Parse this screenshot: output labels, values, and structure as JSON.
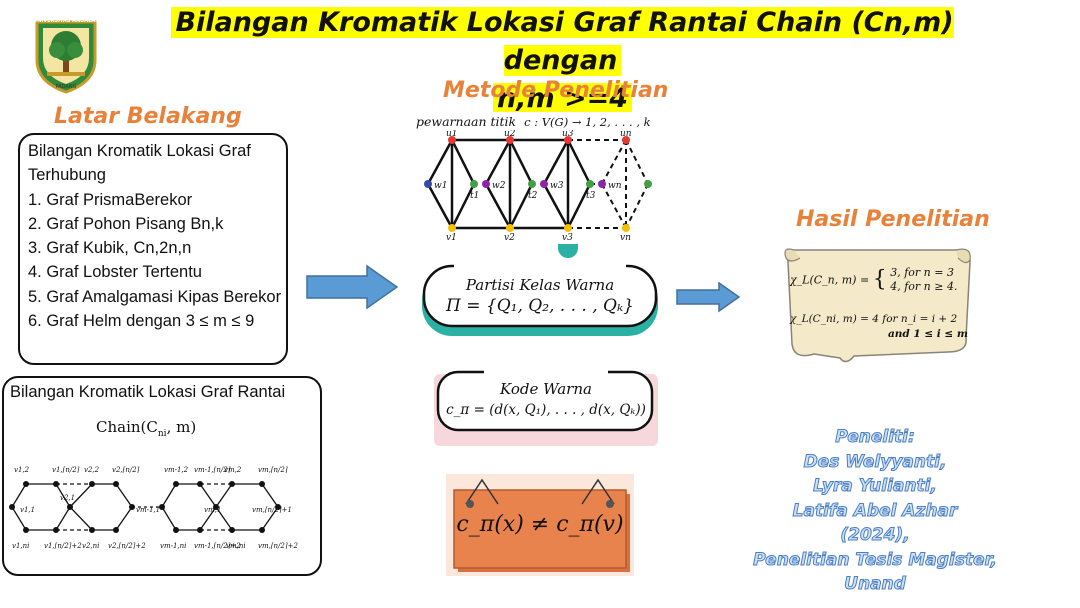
{
  "title": {
    "line1": "Bilangan Kromatik Lokasi Graf Rantai Chain (Cn,m) dengan",
    "line2": "n,m >=4"
  },
  "logo": {
    "top_text": "UNIVERSITAS ANDALAS",
    "bottom_text": "PADANG"
  },
  "latar": {
    "heading": "Latar Belakang",
    "box_title": "Bilangan Kromatik Lokasi Graf Terhubung",
    "items": [
      "1. Graf PrismaBerekor",
      "2. Graf Pohon Pisang Bn,k",
      "3. Graf Kubik, Cn,2n,n",
      "4. Graf Lobster Tertentu",
      "5. Graf Amalgamasi Kipas Berekor",
      "6. Graf Helm dengan 3 ≤ m ≤ 9"
    ]
  },
  "rantai": {
    "heading": "Bilangan Kromatik Lokasi Graf Rantai",
    "chain_label": "Chain(C",
    "chain_sub": "ni",
    "chain_end": ", m)"
  },
  "metode": {
    "heading": "Metode Penelitian",
    "coloring": "pewarnaan titik",
    "coloring_formula": "c : V(G) → 1, 2, . . . , k",
    "partisi_title": "Partisi Kelas Warna",
    "partisi_formula": "Π = {Q₁, Q₂, . . . , Qₖ}",
    "kode_title": "Kode Warna",
    "kode_formula": "c_π = (d(x, Q₁), . . . , d(x, Qₖ))",
    "sign_formula": "c_π(x) ≠ c_π(v)"
  },
  "hasil": {
    "heading": "Hasil Penelitian",
    "f1_left": "χ_L(C_n, m) =",
    "f1_case1": "3,  for n = 3",
    "f1_case2": "4,  for n ≥ 4.",
    "f2_left": "χ_L(C_ni, m) = 4 for n_i = i + 2",
    "f2_right": "and 1 ≤ i ≤ m"
  },
  "credits": [
    "Peneliti:",
    "Des Welyyanti,",
    "Lyra Yulianti,",
    "Latifa Abel Azhar",
    "(2024),",
    "Penelitian Tesis Magister,",
    "Unand"
  ],
  "graph_labels": {
    "top_u": [
      "u1",
      "u2",
      "u3",
      "un"
    ],
    "bottom_v": [
      "v1",
      "v2",
      "v3",
      "vn"
    ],
    "mid_w": [
      "w1",
      "w2",
      "w3",
      "wn"
    ],
    "mid_t": [
      "t1",
      "t2",
      "t3"
    ],
    "chain_top": [
      "v1,2",
      "v1,⌈n/2⌉",
      "v2,2",
      "v2,⌈n/2⌉",
      "vm-1,2",
      "vm-1,⌈n/2⌉",
      "vm,2",
      "vm,⌈n/2⌉"
    ],
    "chain_mid": [
      "v1,1",
      "v2,1",
      "vm-1,1",
      "vm,1",
      "vm,⌈n/2⌉+1"
    ],
    "chain_bot": [
      "v1,ni",
      "v1,⌈n/2⌉+2",
      "v2,ni",
      "v2,⌈n/2⌉+2",
      "vm-1,ni",
      "vm-1,⌈n/2⌉+2",
      "vm,ni",
      "vm,⌈n/2⌉+2"
    ]
  },
  "colors": {
    "accent_orange": "#e8823a",
    "highlight": "#ffff00",
    "arrow_blue": "#5b9bd5",
    "teal": "#2bb0a4",
    "sign": "#e8834e",
    "parchment": "#f4e9c9"
  }
}
